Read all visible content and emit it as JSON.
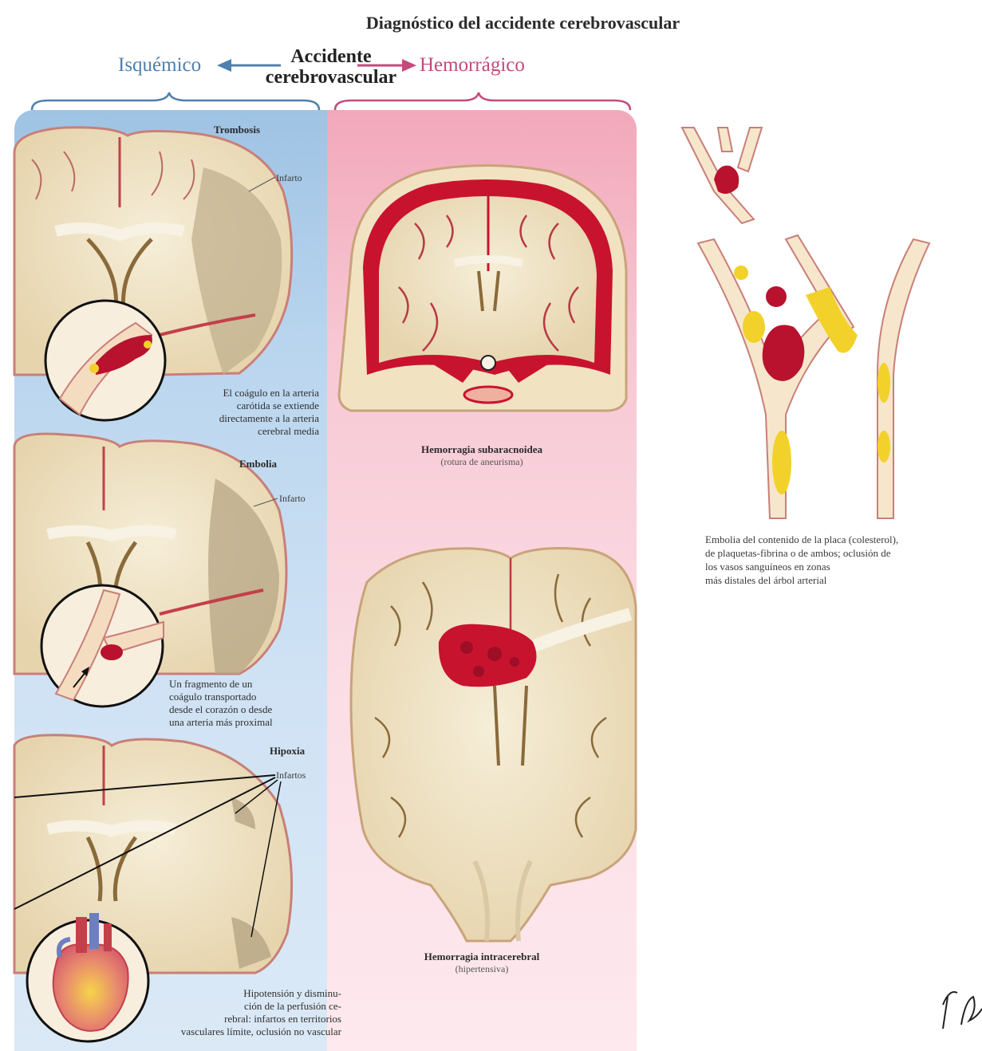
{
  "title": "Diagnóstico del accidente cerebrovascular",
  "header": {
    "left": "Isquémico",
    "center_line1": "Accidente",
    "center_line2": "cerebrovascular",
    "right": "Hemorrágico"
  },
  "ischemic": {
    "thrombosis": {
      "title": "Trombosis",
      "label": "Infarto",
      "caption": [
        "El coágulo en la arteria",
        "carótida se extiende",
        "directamente a la arteria",
        "cerebral media"
      ]
    },
    "embolism": {
      "title": "Embolia",
      "label": "Infarto",
      "caption": [
        "Un fragmento de un",
        "coágulo transportado",
        "desde el corazón o desde",
        "una arteria más proximal"
      ]
    },
    "hypoxia": {
      "title": "Hipoxia",
      "label": "Infartos",
      "caption": [
        "Hipotensión y disminu-",
        "ción de la perfusión ce-",
        "rebral: infartos en territorios",
        "vasculares límite, oclusión no vascular"
      ]
    }
  },
  "hemorrhagic": {
    "subarachnoid": {
      "title": "Hemorragia subaracnoidea",
      "subtitle": "(rotura de aneurisma)"
    },
    "intracerebral": {
      "title": "Hemorragia intracerebral",
      "subtitle": "(hipertensiva)"
    }
  },
  "embolism_caption": [
    "Embolia del contenido de la placa (colesterol),",
    "de plaquetas-fibrina o de ambos; oclusión de",
    "los vasos sanguíneos en zonas",
    "más distales del árbol arterial"
  ],
  "signature": "F. Netter",
  "colors": {
    "ischemic": "#4f80ad",
    "hemorrhagic": "#c44a7c",
    "blood": "#b8122e",
    "plaque": "#f2d22a",
    "brain": "#efe3c6"
  }
}
